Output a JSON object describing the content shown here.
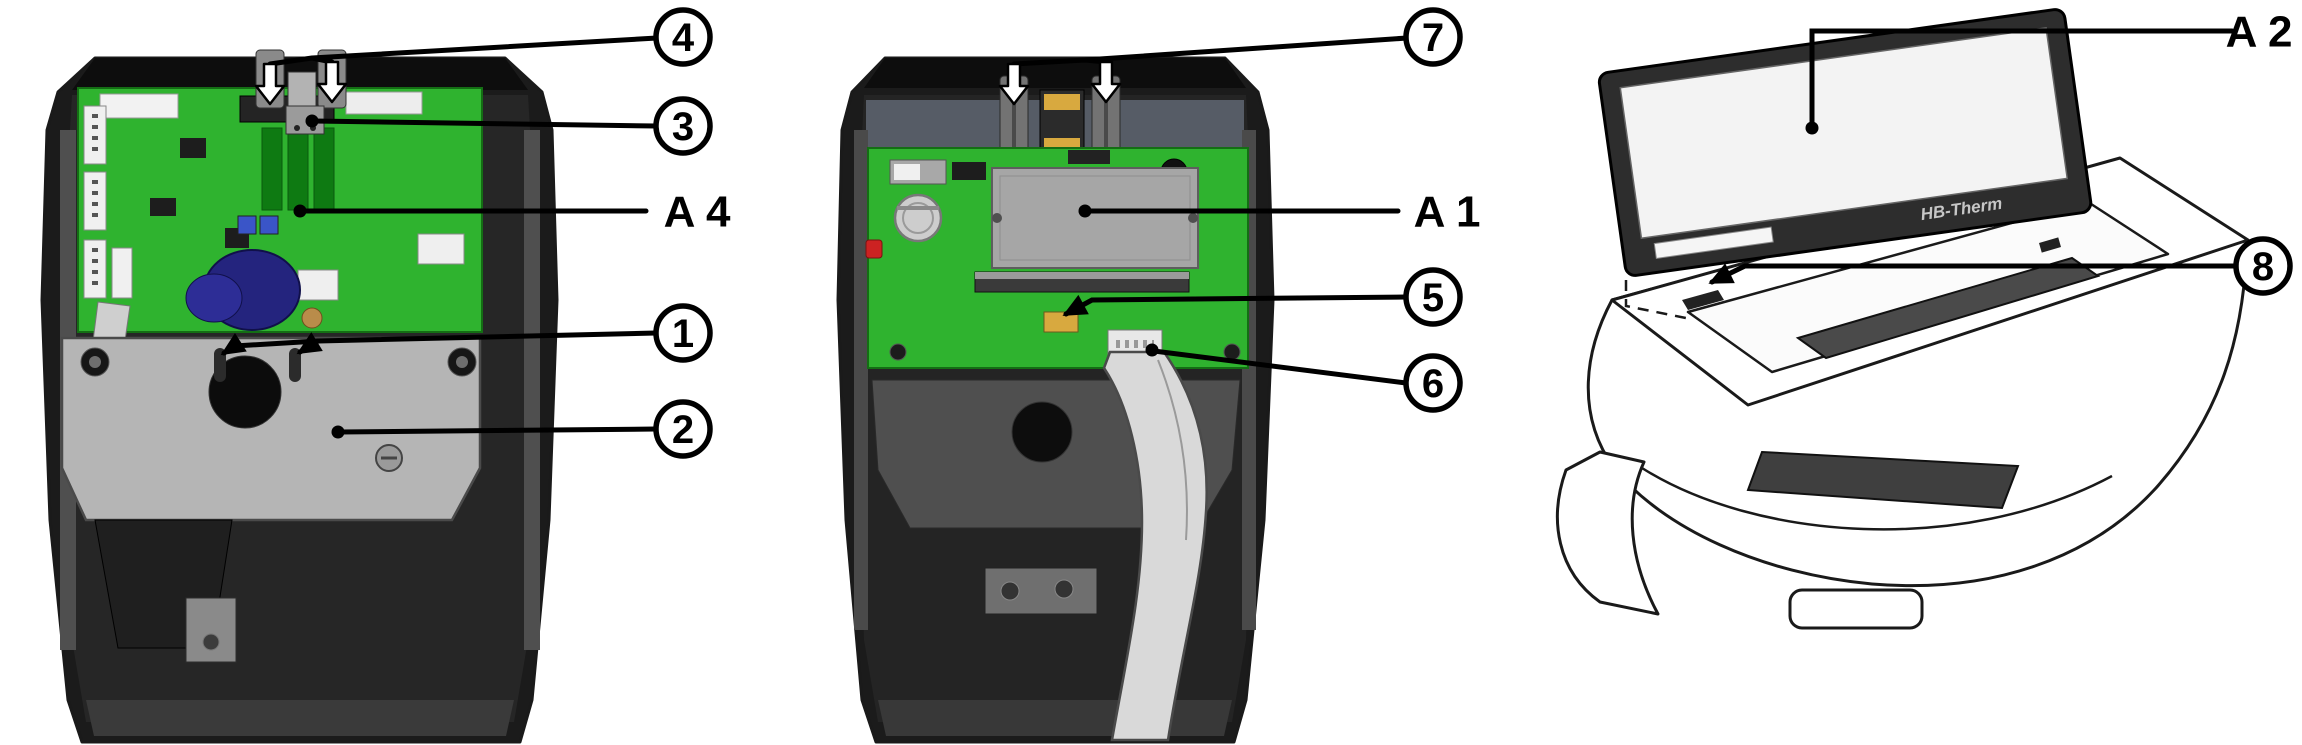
{
  "figure": {
    "brand": "HB-Therm",
    "background": "#ffffff"
  },
  "callouts": {
    "n1": "1",
    "n2": "2",
    "n3": "3",
    "n4": "4",
    "n5": "5",
    "n6": "6",
    "n7": "7",
    "n8": "8",
    "a1": "A 1",
    "a2": "A 2",
    "a4": "A 4"
  },
  "colors": {
    "pcb_green": "#2fb32f",
    "pcb_dark_green": "#0e7a12",
    "housing_black": "#1b1b1b",
    "plate_gray": "#b5b5b5",
    "shield_gray": "#a6a6a6",
    "component_blue": "#24247e",
    "screen_light": "#f3f3f3",
    "bezel_black": "#2d2d2d",
    "cable_gray": "#d9d9d9",
    "connector_yellow": "#d8a93f",
    "line_black": "#000000"
  }
}
